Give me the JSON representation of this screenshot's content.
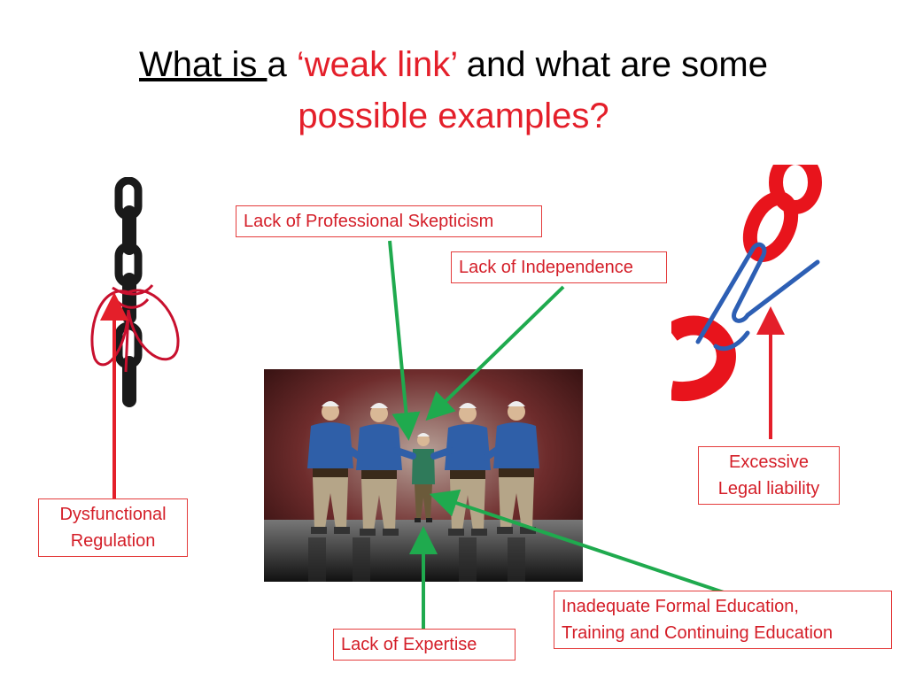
{
  "slide": {
    "title": {
      "part1": "What is ",
      "part2": "a ",
      "part3": "‘weak link’",
      "part4": " and what are some",
      "part5": "possible examples?"
    },
    "labels": {
      "skepticism": "Lack of Professional Skepticism",
      "independence": "Lack of Independence",
      "liability_line1": "Excessive",
      "liability_line2": "Legal liability",
      "regulation_line1": "Dysfunctional",
      "regulation_line2": "Regulation",
      "education_line1": "Inadequate  Formal Education,",
      "education_line2": "Training and Continuing Education",
      "expertise": "Lack of  Expertise"
    },
    "colors": {
      "title_accent": "#e41f2a",
      "label_text": "#d41e28",
      "arrow_red": "#e41f2a",
      "arrow_green": "#1faa4e"
    },
    "images": {
      "left": "black-chain-tied-with-red-string",
      "right": "red-chain-joined-by-blue-paperclip",
      "center": "workers-line-with-weak-small-man"
    }
  }
}
